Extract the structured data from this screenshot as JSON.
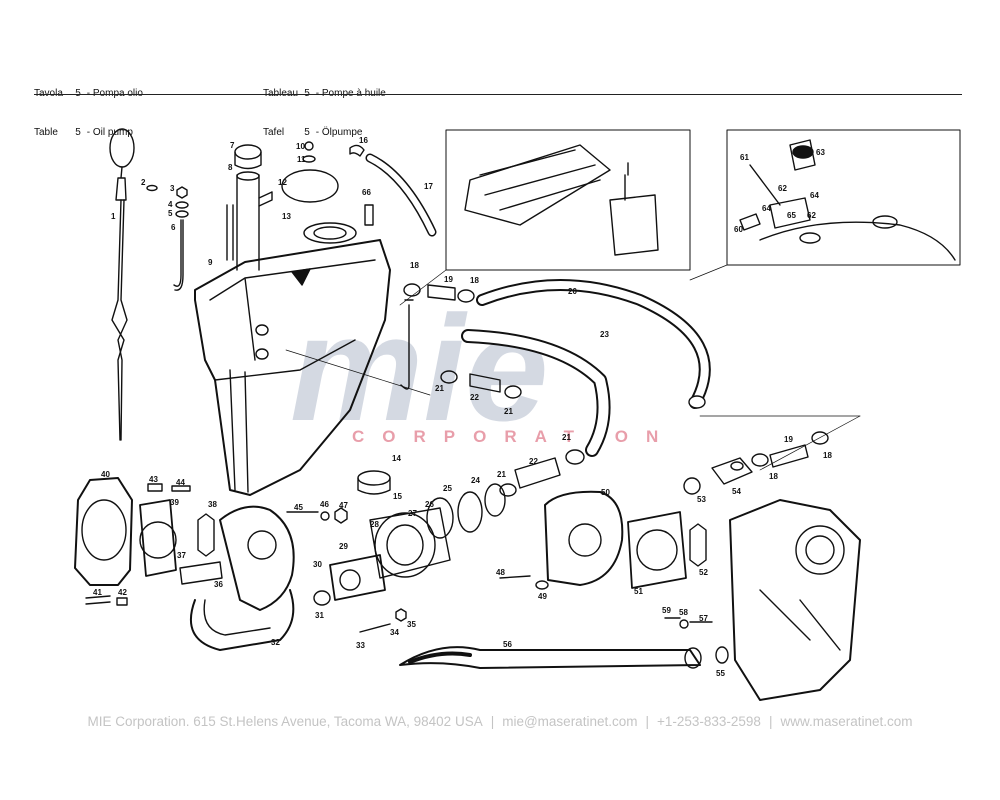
{
  "header": {
    "left": [
      {
        "word": "Tavola",
        "num": "5",
        "title": "Pompa olio"
      },
      {
        "word": "Table",
        "num": "5",
        "title": "Oil pump"
      }
    ],
    "right": [
      {
        "word": "Tableau",
        "num": "5",
        "title": "Pompe à huile"
      },
      {
        "word": "Tafel",
        "num": "5",
        "title": "Ölpumpe"
      }
    ]
  },
  "watermark": {
    "logo": "mie",
    "tagline": "CORPORATION"
  },
  "diagram": {
    "callouts": [
      "1",
      "2",
      "3",
      "4",
      "5",
      "6",
      "7",
      "8",
      "9",
      "10",
      "11",
      "12",
      "13",
      "14",
      "15",
      "16",
      "17",
      "18",
      "18",
      "18",
      "18",
      "19",
      "19",
      "20",
      "21",
      "21",
      "21",
      "21",
      "22",
      "22",
      "23",
      "24",
      "25",
      "26",
      "27",
      "28",
      "29",
      "30",
      "31",
      "32",
      "33",
      "34",
      "35",
      "36",
      "37",
      "38",
      "39",
      "40",
      "41",
      "42",
      "43",
      "44",
      "45",
      "46",
      "47",
      "48",
      "49",
      "50",
      "51",
      "52",
      "53",
      "54",
      "55",
      "56",
      "57",
      "58",
      "59",
      "60",
      "61",
      "62",
      "62",
      "63",
      "64",
      "64",
      "65",
      "66"
    ]
  },
  "footer": {
    "company": "MIE Corporation. 615 St.Helens Avenue, Tacoma WA, 98402 USA",
    "email": "mie@maseratinet.com",
    "phone": "+1-253-833-2598",
    "website": "www.maseratinet.com",
    "separator": "|"
  }
}
